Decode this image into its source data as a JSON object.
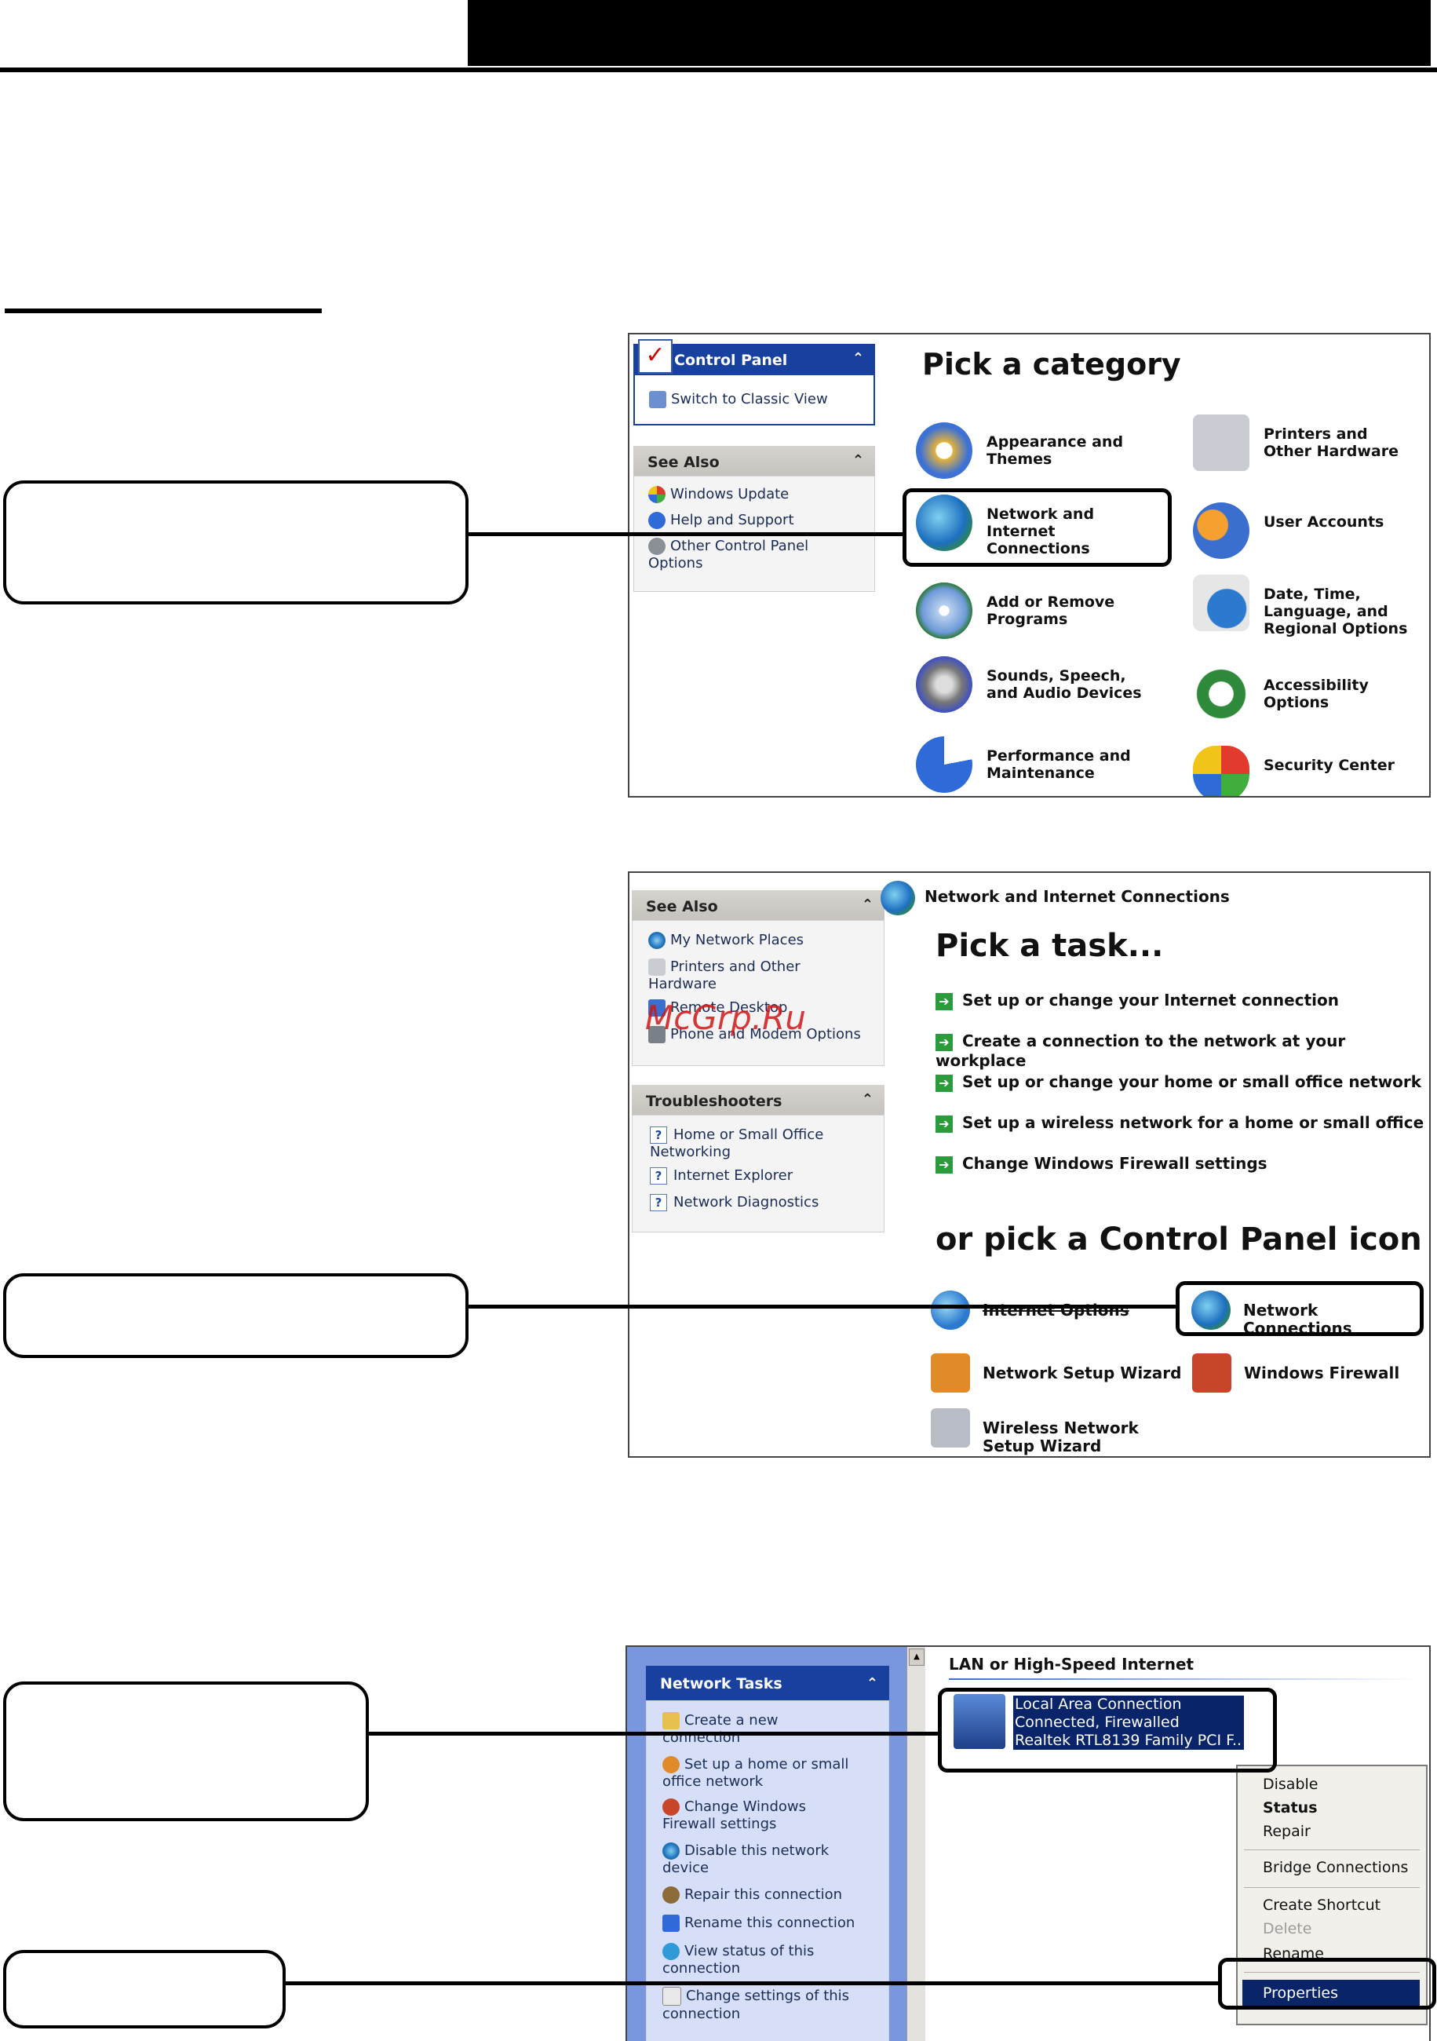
{
  "shot1": {
    "cp_header": "Control Panel",
    "switch_view": "Switch to Classic View",
    "see_also_title": "See Also",
    "see_also": [
      "Windows Update",
      "Help and Support",
      "Other Control Panel Options"
    ],
    "pick_category": "Pick a category",
    "categories": [
      "Appearance and Themes",
      "Printers and Other Hardware",
      "Network and Internet Connections",
      "User Accounts",
      "Add or Remove Programs",
      "Date, Time, Language, and Regional Options",
      "Sounds, Speech, and Audio Devices",
      "Accessibility Options",
      "Performance and Maintenance",
      "Security Center"
    ]
  },
  "shot2": {
    "see_also_title": "See Also",
    "see_also": [
      "My Network Places",
      "Printers and Other Hardware",
      "Remote Desktop",
      "Phone and Modem Options"
    ],
    "troubleshooters_title": "Troubleshooters",
    "troubleshooters": [
      "Home or Small Office Networking",
      "Internet Explorer",
      "Network Diagnostics"
    ],
    "header": "Network and Internet Connections",
    "pick_task": "Pick a task...",
    "tasks": [
      "Set up or change your Internet connection",
      "Create a connection to the network at your workplace",
      "Set up or change your home or small office network",
      "Set up a wireless network for a home or small office",
      "Change Windows Firewall settings"
    ],
    "pick_icon": "or pick a Control Panel icon",
    "icons": [
      "Internet Options",
      "Network Connections",
      "Network Setup Wizard",
      "Windows Firewall",
      "Wireless Network Setup Wizard"
    ]
  },
  "shot3": {
    "tasks_title": "Network Tasks",
    "tasks": [
      "Create a new connection",
      "Set up a home or small office network",
      "Change Windows Firewall settings",
      "Disable this network device",
      "Repair this connection",
      "Rename this connection",
      "View status of this connection",
      "Change settings of this connection"
    ],
    "group_title": "LAN or High-Speed Internet",
    "connection": [
      "Local Area Connection",
      "Connected, Firewalled",
      "Realtek RTL8139 Family PCI F..."
    ],
    "menu": [
      "Disable",
      "Status",
      "Repair",
      "Bridge Connections",
      "Create Shortcut",
      "Delete",
      "Rename",
      "Properties"
    ]
  },
  "watermark": "McGrp.Ru",
  "colors": {
    "xp_blue": "#18409e",
    "selection": "#0a246a",
    "accent_green": "#2c9b3c"
  }
}
